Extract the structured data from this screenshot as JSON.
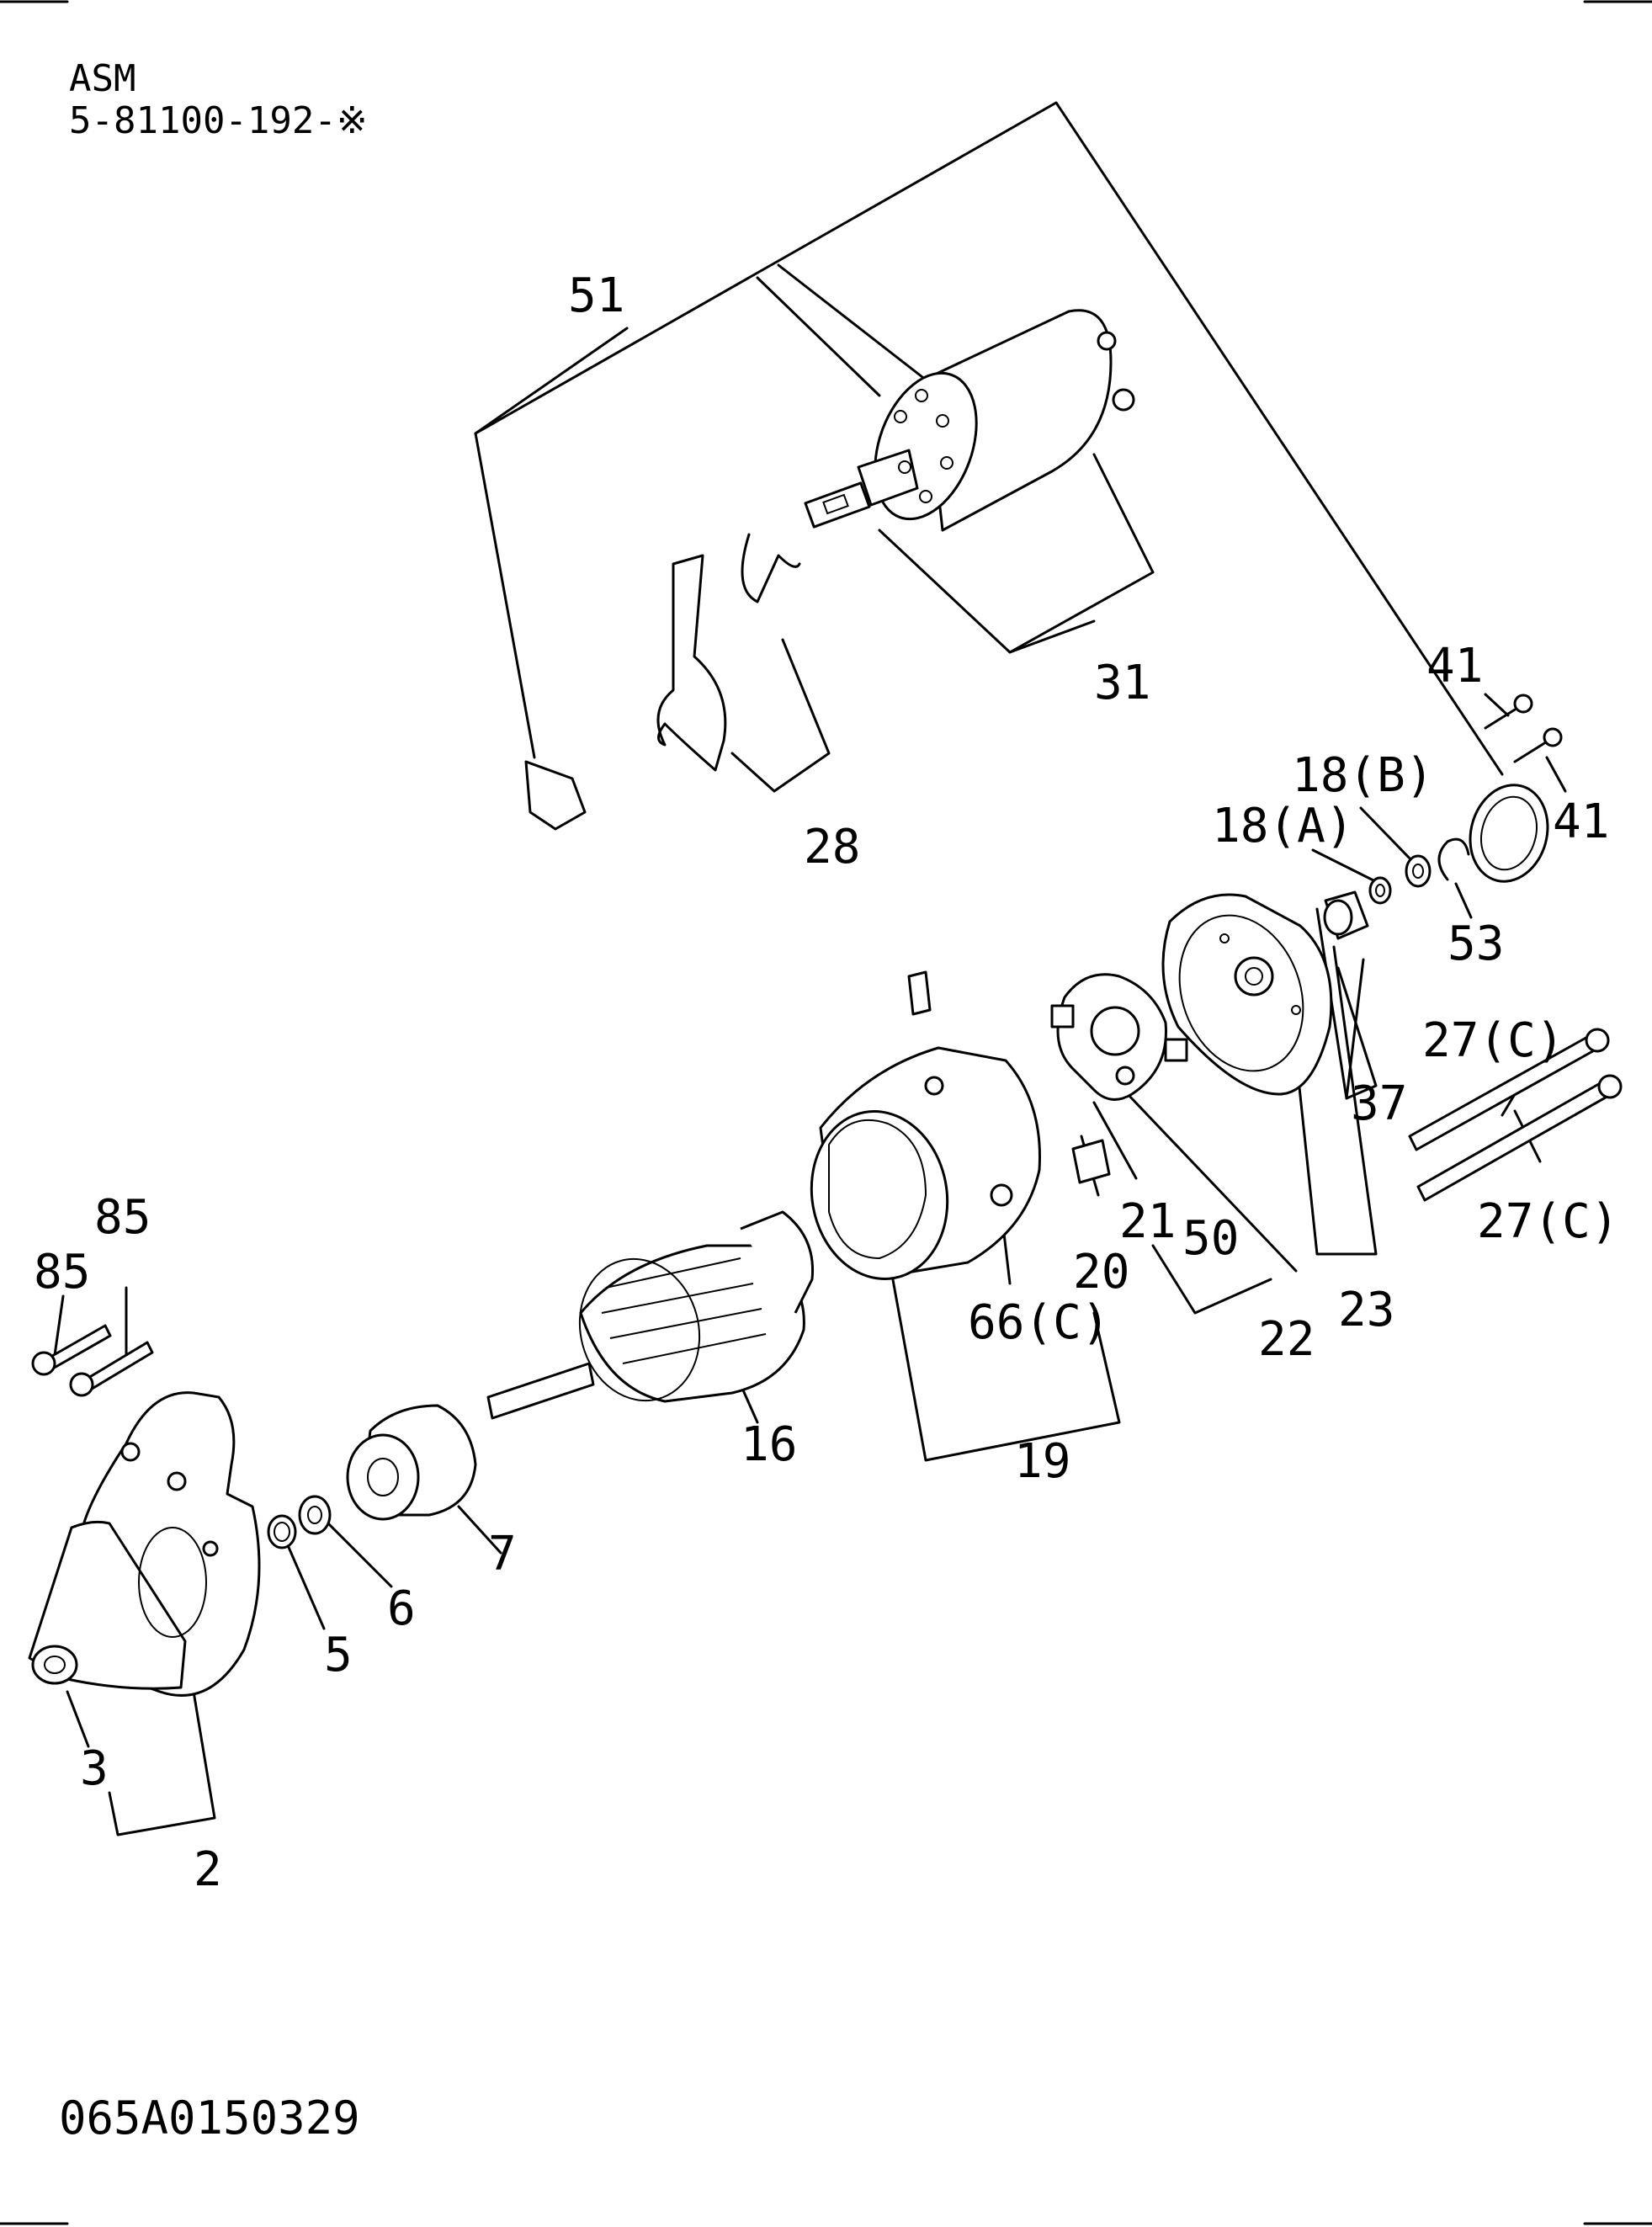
{
  "header": {
    "title": "ASM",
    "assembly_number": "5-81100-192-※"
  },
  "footer": {
    "drawing_code": "065A0150329"
  },
  "callouts": {
    "p2": "2",
    "p3": "3",
    "p5": "5",
    "p6": "6",
    "p7": "7",
    "p16": "16",
    "p18a": "18(A)",
    "p18b": "18(B)",
    "p19": "19",
    "p20": "20",
    "p21": "21",
    "p22": "22",
    "p23": "23",
    "p27a": "27(C)",
    "p27b": "27(C)",
    "p28": "28",
    "p31": "31",
    "p37": "37",
    "p41a": "41",
    "p41b": "41",
    "p50": "50",
    "p51": "51",
    "p53": "53",
    "p66": "66(C)",
    "p85a": "85",
    "p85b": "85"
  }
}
